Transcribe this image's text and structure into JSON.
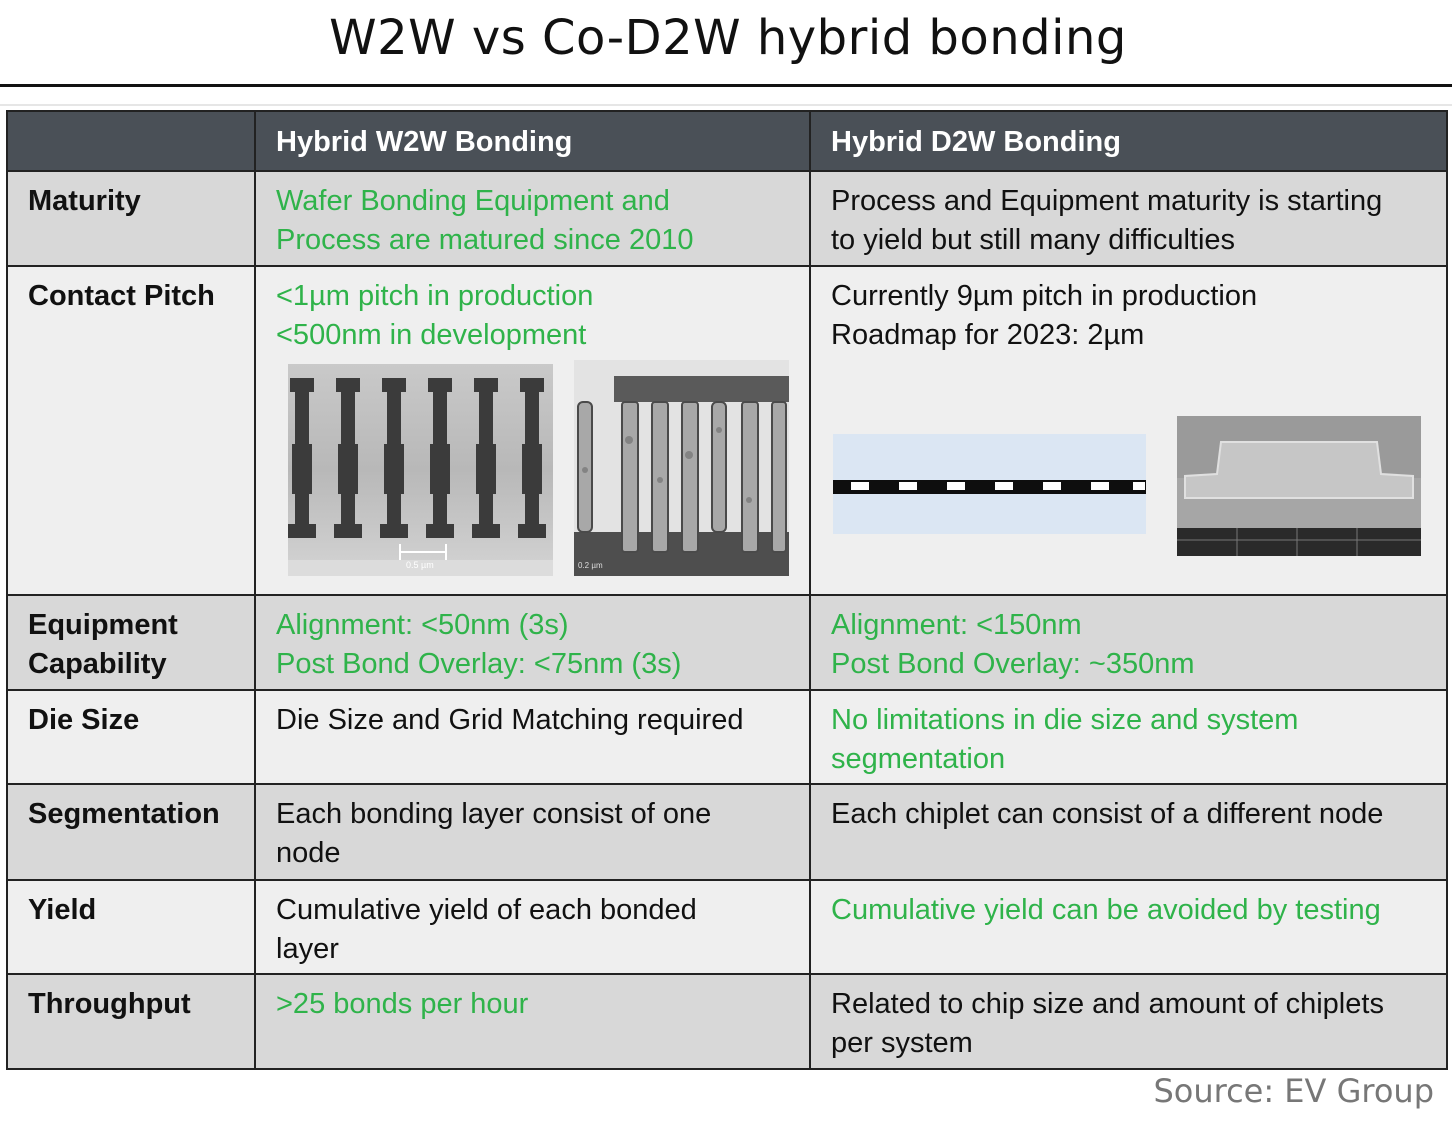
{
  "title": "W2W vs Co-D2W hybrid bonding",
  "source": "Source: EV Group",
  "colors": {
    "header_bg": "#4a5057",
    "row_gray": "#d8d8d8",
    "row_light": "#efefef",
    "advantage_green": "#2fb34a"
  },
  "table": {
    "headers": [
      "",
      "Hybrid W2W Bonding",
      "Hybrid D2W Bonding"
    ],
    "rows": [
      {
        "label": "Maturity",
        "w2w": {
          "lines": [
            "Wafer Bonding Equipment and",
            "Process are matured since 2010"
          ],
          "highlight": true
        },
        "d2w": {
          "lines": [
            "Process and Equipment maturity is starting",
            "to yield but still many difficulties"
          ],
          "highlight": false
        }
      },
      {
        "label": "Contact Pitch",
        "w2w": {
          "lines": [
            "<1µm pitch in production",
            "<500nm in development"
          ],
          "highlight": true,
          "image_labels": [
            "0.5 µm",
            "0.2 µm"
          ]
        },
        "d2w": {
          "lines": [
            "Currently 9µm pitch in production",
            "Roadmap for 2023: 2µm"
          ],
          "highlight": false
        }
      },
      {
        "label_lines": [
          "Equipment",
          "Capability"
        ],
        "w2w": {
          "lines": [
            "Alignment: <50nm (3s)",
            "Post Bond Overlay: <75nm (3s)"
          ],
          "highlight": true
        },
        "d2w": {
          "lines": [
            "Alignment: <150nm",
            "Post Bond Overlay: ~350nm"
          ],
          "highlight": true
        }
      },
      {
        "label": "Die Size",
        "w2w": {
          "lines": [
            "Die Size and Grid Matching required"
          ],
          "highlight": false
        },
        "d2w": {
          "lines": [
            "No limitations in die size and system",
            "segmentation"
          ],
          "highlight": true
        }
      },
      {
        "label": "Segmentation",
        "w2w": {
          "lines": [
            "Each bonding layer consist of one",
            "node"
          ],
          "highlight": false
        },
        "d2w": {
          "lines": [
            "Each chiplet can consist of a different node"
          ],
          "highlight": false
        }
      },
      {
        "label": "Yield",
        "w2w": {
          "lines": [
            "Cumulative yield of each bonded",
            "layer"
          ],
          "highlight": false
        },
        "d2w": {
          "lines": [
            "Cumulative yield can be avoided by testing"
          ],
          "highlight": true
        }
      },
      {
        "label": "Throughput",
        "w2w": {
          "lines": [
            ">25 bonds per hour"
          ],
          "highlight": true
        },
        "d2w": {
          "lines": [
            "Related to chip size and amount of chiplets",
            "per system"
          ],
          "highlight": false
        }
      }
    ]
  }
}
